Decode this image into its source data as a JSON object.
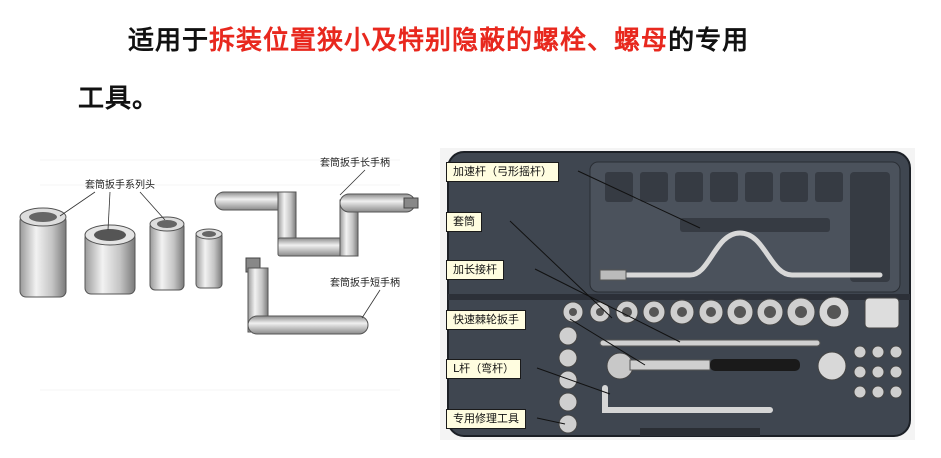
{
  "headline": {
    "line1_prefix": "适用于",
    "line1_red1": "拆装位置狭小及特别隐蔽的螺栓",
    "line1_sep": "、",
    "line1_red2": "螺母",
    "line1_suffix": "的专用",
    "line2": "工具。"
  },
  "left_figure": {
    "label_socket_heads": "套筒扳手系列头",
    "label_long_handle": "套筒扳手长手柄",
    "label_short_handle": "套筒扳手短手柄"
  },
  "right_photo": {
    "callouts": [
      "加速杆（弓形摇杆）",
      "套筒",
      "加长接杆",
      "快速棘轮扳手",
      "L杆（弯杆）",
      "专用修理工具"
    ]
  },
  "colors": {
    "highlight": "#e8281e",
    "callout_bg": "#fffde0",
    "case": "#3f4650"
  }
}
